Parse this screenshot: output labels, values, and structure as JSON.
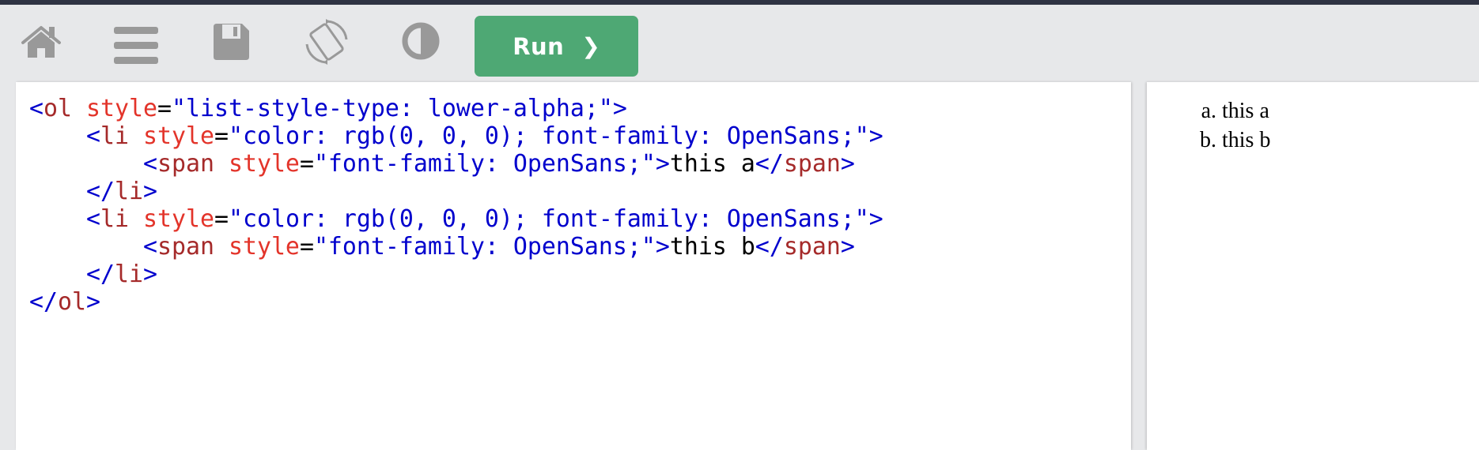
{
  "colors": {
    "topbar": "#2f3343",
    "toolbar_bg": "#e7e8ea",
    "icon": "#999999",
    "run_button": "#4ea874",
    "syntax_bracket": "#0000cd",
    "syntax_tag": "#a52a2a",
    "syntax_attr": "#e3342a",
    "syntax_string": "#0000cd",
    "syntax_text": "#000000"
  },
  "toolbar": {
    "icons": [
      {
        "name": "home-icon"
      },
      {
        "name": "menu-icon"
      },
      {
        "name": "save-icon"
      },
      {
        "name": "rotate-icon"
      },
      {
        "name": "contrast-icon"
      }
    ],
    "run_label": "Run",
    "run_chevron": "❯"
  },
  "editor": {
    "lines": [
      {
        "tokens": [
          {
            "t": "br",
            "v": "<"
          },
          {
            "t": "tag",
            "v": "ol"
          },
          {
            "t": "txt",
            "v": " "
          },
          {
            "t": "attr",
            "v": "style"
          },
          {
            "t": "eq",
            "v": "="
          },
          {
            "t": "str",
            "v": "\"list-style-type: lower-alpha;\""
          },
          {
            "t": "br",
            "v": ">"
          }
        ]
      },
      {
        "tokens": [
          {
            "t": "txt",
            "v": "    "
          },
          {
            "t": "br",
            "v": "<"
          },
          {
            "t": "tag",
            "v": "li"
          },
          {
            "t": "txt",
            "v": " "
          },
          {
            "t": "attr",
            "v": "style"
          },
          {
            "t": "eq",
            "v": "="
          },
          {
            "t": "str",
            "v": "\"color: rgb(0, 0, 0); font-family: OpenSans;\""
          },
          {
            "t": "br",
            "v": ">"
          }
        ]
      },
      {
        "tokens": [
          {
            "t": "txt",
            "v": "        "
          },
          {
            "t": "br",
            "v": "<"
          },
          {
            "t": "tag",
            "v": "span"
          },
          {
            "t": "txt",
            "v": " "
          },
          {
            "t": "attr",
            "v": "style"
          },
          {
            "t": "eq",
            "v": "="
          },
          {
            "t": "str",
            "v": "\"font-family: OpenSans;\""
          },
          {
            "t": "br",
            "v": ">"
          },
          {
            "t": "txt",
            "v": "this a"
          },
          {
            "t": "br",
            "v": "</"
          },
          {
            "t": "tag",
            "v": "span"
          },
          {
            "t": "br",
            "v": ">"
          }
        ]
      },
      {
        "tokens": [
          {
            "t": "txt",
            "v": "    "
          },
          {
            "t": "br",
            "v": "</"
          },
          {
            "t": "tag",
            "v": "li"
          },
          {
            "t": "br",
            "v": ">"
          }
        ]
      },
      {
        "tokens": [
          {
            "t": "txt",
            "v": "    "
          },
          {
            "t": "br",
            "v": "<"
          },
          {
            "t": "tag",
            "v": "li"
          },
          {
            "t": "txt",
            "v": " "
          },
          {
            "t": "attr",
            "v": "style"
          },
          {
            "t": "eq",
            "v": "="
          },
          {
            "t": "str",
            "v": "\"color: rgb(0, 0, 0); font-family: OpenSans;\""
          },
          {
            "t": "br",
            "v": ">"
          }
        ]
      },
      {
        "tokens": [
          {
            "t": "txt",
            "v": "        "
          },
          {
            "t": "br",
            "v": "<"
          },
          {
            "t": "tag",
            "v": "span"
          },
          {
            "t": "txt",
            "v": " "
          },
          {
            "t": "attr",
            "v": "style"
          },
          {
            "t": "eq",
            "v": "="
          },
          {
            "t": "str",
            "v": "\"font-family: OpenSans;\""
          },
          {
            "t": "br",
            "v": ">"
          },
          {
            "t": "txt",
            "v": "this b"
          },
          {
            "t": "br",
            "v": "</"
          },
          {
            "t": "tag",
            "v": "span"
          },
          {
            "t": "br",
            "v": ">"
          }
        ]
      },
      {
        "tokens": [
          {
            "t": "txt",
            "v": "    "
          },
          {
            "t": "br",
            "v": "</"
          },
          {
            "t": "tag",
            "v": "li"
          },
          {
            "t": "br",
            "v": ">"
          }
        ]
      },
      {
        "tokens": [
          {
            "t": "br",
            "v": "</"
          },
          {
            "t": "tag",
            "v": "ol"
          },
          {
            "t": "br",
            "v": ">"
          }
        ]
      }
    ]
  },
  "preview": {
    "list_style": "lower-alpha",
    "items": [
      "this a",
      "this b"
    ]
  }
}
